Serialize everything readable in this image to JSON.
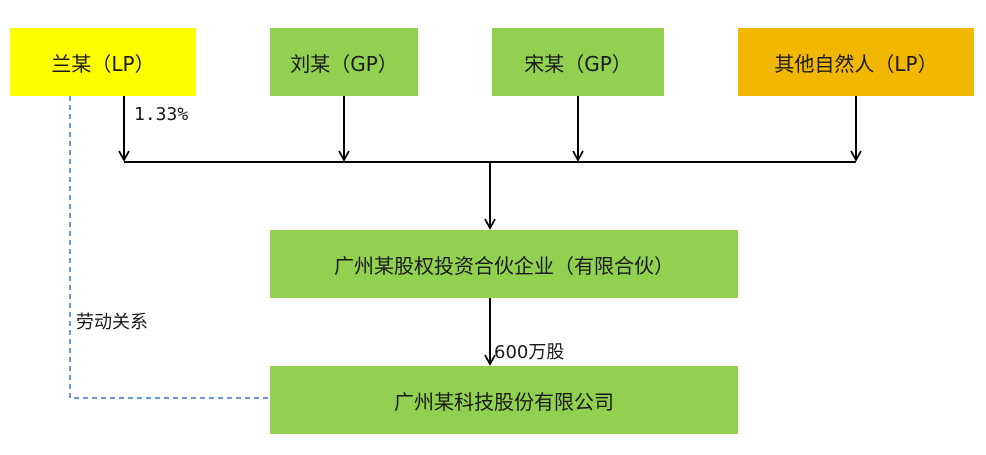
{
  "nodes": {
    "lan": "兰某（LP）",
    "liu": "刘某（GP）",
    "song": "宋某（GP）",
    "others": "其他自然人（LP）",
    "partnership": "广州某股权投资合伙企业（有限合伙）",
    "company": "广州某科技股份有限公司"
  },
  "labels": {
    "share_percent": "1.33%",
    "shares": "600万股",
    "labor_relation": "劳动关系"
  },
  "colors": {
    "lp_yellow": "#ffff00",
    "gp_green": "#92d050",
    "lp_orange": "#f2b800",
    "dashed_line": "#4472c4"
  }
}
